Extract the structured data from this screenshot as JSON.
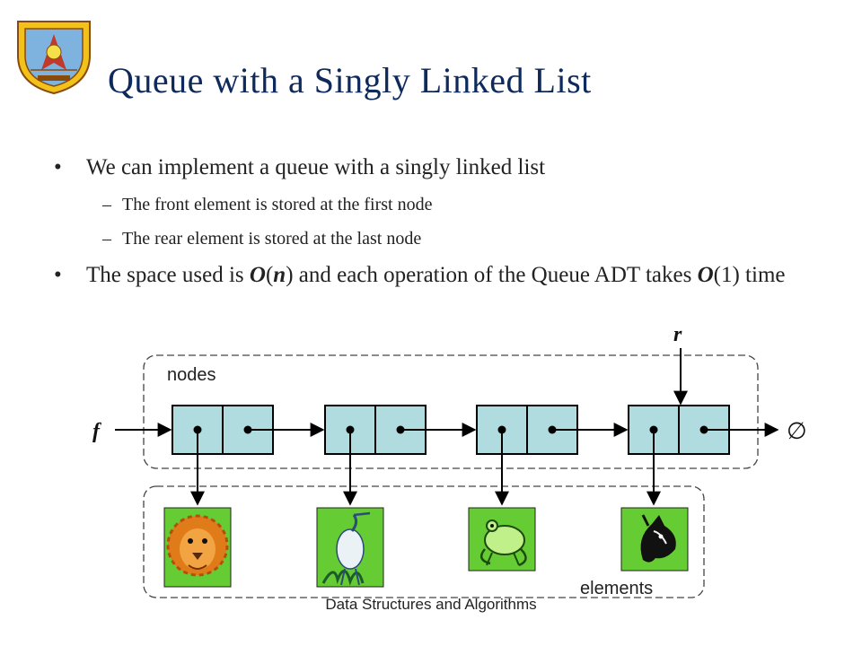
{
  "slide": {
    "title": "Queue with a Singly Linked List",
    "bullet1": "We can implement a queue with a singly linked list",
    "sub1": "The front element is stored at the first node",
    "sub2": "The rear element is stored at the last node",
    "bullet2": {
      "part1": "The space used is ",
      "big_o_1": "O",
      "paren_open_1": "(",
      "n": "n",
      "paren_close_1": ")",
      "part2": " and each operation of the Queue ADT takes ",
      "big_o_2": "O",
      "part3": "(1) time"
    },
    "dash": "–"
  },
  "diagram": {
    "front_label": "f",
    "rear_label": "r",
    "nodes_label": "nodes",
    "elements_label": "elements",
    "null_symbol": "∅",
    "node_count": 4,
    "elements": [
      "lion-icon",
      "heron-icon",
      "frog-icon",
      "horse-icon"
    ],
    "node_fill": "#b0dce0",
    "element_bg": "#66cc33"
  },
  "footer": {
    "text": "Data Structures and Algorithms"
  },
  "colors": {
    "title": "#0e2a5c",
    "text": "#222222"
  }
}
